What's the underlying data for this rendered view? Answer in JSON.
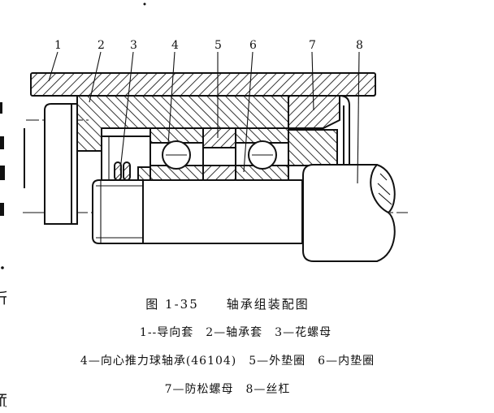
{
  "figure": {
    "part_labels": [
      "1",
      "2",
      "3",
      "4",
      "5",
      "6",
      "7",
      "8"
    ],
    "caption": "图 1-35　　轴承组装配图",
    "legend": [
      "1--导向套　2—轴承套　3—花螺母",
      "4—向心推力球轴承(46104)　5—外垫圈　6—内垫圈",
      "7—防松螺母　8—丝杠"
    ]
  },
  "margin_fragments": [
    "斤",
    "而"
  ],
  "colors": {
    "ink": "#111111",
    "paper": "#ffffff"
  }
}
